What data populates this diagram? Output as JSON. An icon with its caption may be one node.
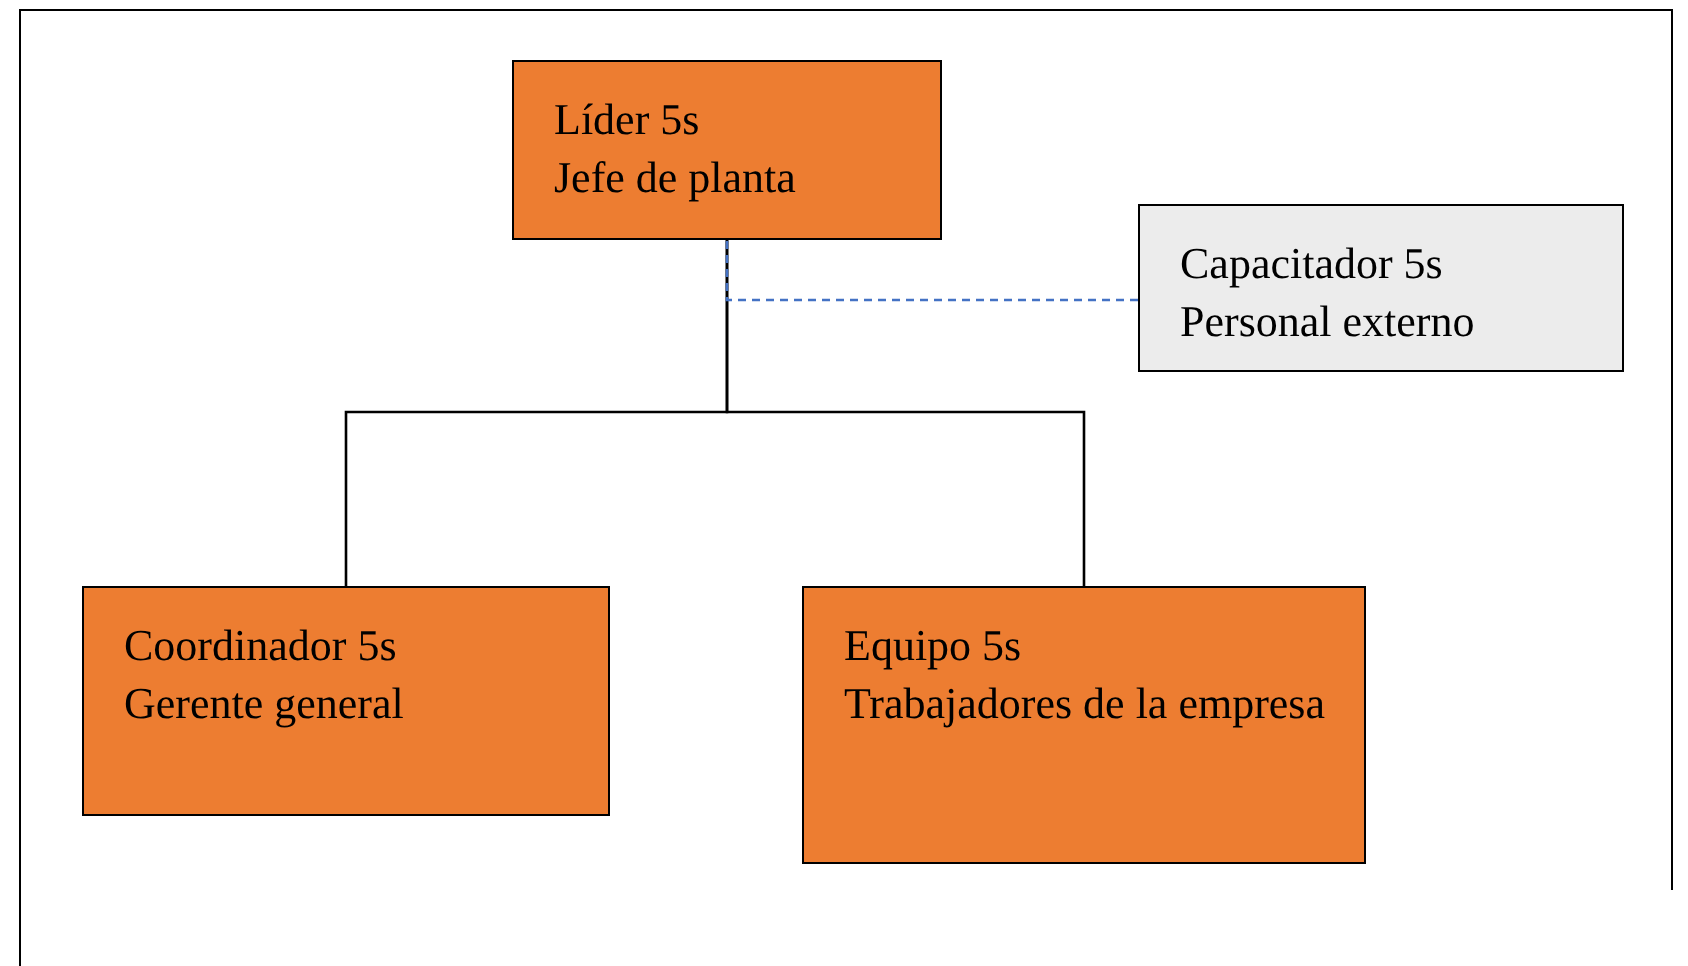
{
  "diagram": {
    "nodes": [
      {
        "text": [
          "Líder 5s",
          "Jefe de planta"
        ]
      },
      {
        "text": [
          "Capacitador 5s",
          "Personal externo"
        ]
      },
      {
        "text": [
          "Coordinador 5s",
          "Gerente general"
        ]
      },
      {
        "text": [
          "Equipo 5s",
          "Trabajadores de la empresa"
        ]
      }
    ],
    "edges": [
      {
        "from": 0,
        "to": 2,
        "arrow": "none"
      },
      {
        "from": 0,
        "to": 3,
        "arrow": "none"
      },
      {
        "from": 1,
        "to": 0,
        "arrow": "none",
        "style": "dashed",
        "color": "#4472c4"
      }
    ]
  }
}
